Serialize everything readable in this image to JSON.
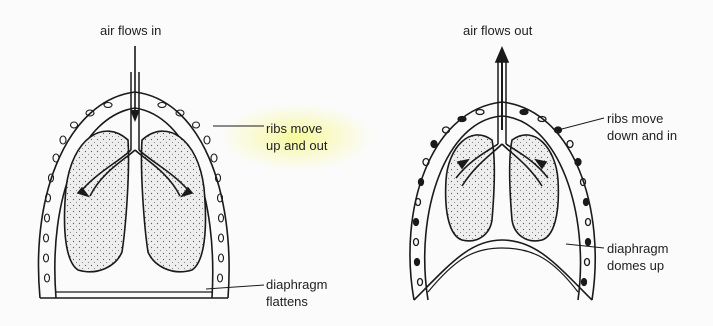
{
  "inhale": {
    "airflow_label": "air flows in",
    "ribs_label": "ribs move\nup and out",
    "diaphragm_label": "diaphragm\nflattens"
  },
  "exhale": {
    "airflow_label": "air flows out",
    "ribs_label": "ribs move\ndown and in",
    "diaphragm_label": "diaphragm\ndomes up"
  },
  "colors": {
    "ink": "#1a1a1a",
    "lung_fill": "#ececec",
    "highlight": "#f5fa96",
    "background": "#fbfbfb"
  }
}
